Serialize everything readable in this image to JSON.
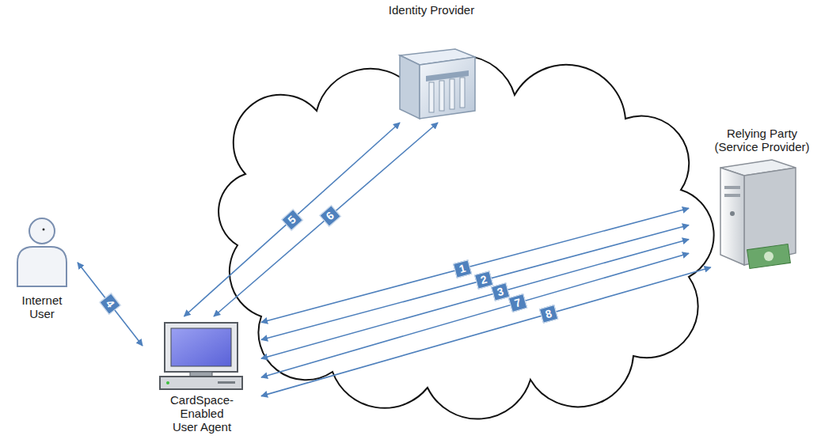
{
  "diagram": {
    "nodes": [
      {
        "text": [
          "Identity Provider"
        ]
      },
      {
        "text": [
          "Relying Party (Service Provider)"
        ]
      },
      {
        "text": [
          "Internet User"
        ]
      },
      {
        "text": [
          "CardSpace-Enabled User Agent"
        ]
      }
    ],
    "edges": [
      {
        "from": 3,
        "to": 1,
        "label": "1",
        "arrow": "both"
      },
      {
        "from": 3,
        "to": 1,
        "label": "2",
        "arrow": "both"
      },
      {
        "from": 3,
        "to": 1,
        "label": "3",
        "arrow": "both"
      },
      {
        "from": 2,
        "to": 3,
        "label": "4",
        "arrow": "both"
      },
      {
        "from": 3,
        "to": 0,
        "label": "5",
        "arrow": "both"
      },
      {
        "from": 3,
        "to": 0,
        "label": "6",
        "arrow": "both"
      },
      {
        "from": 3,
        "to": 1,
        "label": "7",
        "arrow": "both"
      },
      {
        "from": 3,
        "to": 1,
        "label": "8",
        "arrow": "both"
      }
    ]
  }
}
